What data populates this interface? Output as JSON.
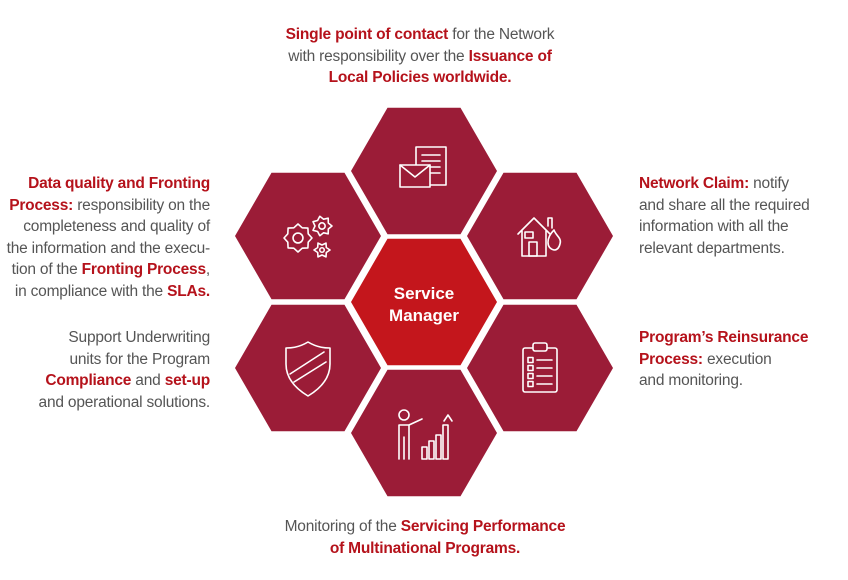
{
  "colors": {
    "hex_fill": "#9b1c37",
    "center_fill": "#c4161c",
    "highlight_text": "#b5121b",
    "body_text": "#555555",
    "icon_stroke": "#ffffff"
  },
  "center": {
    "line1": "Service",
    "line2": "Manager"
  },
  "hexagons": [
    {
      "id": "top",
      "icon": "envelope-document-icon"
    },
    {
      "id": "upper-right",
      "icon": "house-fire-icon"
    },
    {
      "id": "lower-right",
      "icon": "clipboard-checklist-icon"
    },
    {
      "id": "bottom",
      "icon": "presenter-chart-icon"
    },
    {
      "id": "lower-left",
      "icon": "shield-icon"
    },
    {
      "id": "upper-left",
      "icon": "gears-icon"
    }
  ],
  "texts": {
    "top": {
      "a": "Single point of contact",
      "b": " for the Network",
      "c": "with responsibility over the ",
      "d": "Issuance of",
      "e": "Local Policies worldwide."
    },
    "upper_left": {
      "a": "Data quality and Fronting",
      "b": "Process:",
      "c": " responsibility on the",
      "d": "completeness and quality of",
      "e": "the information and the execu-",
      "f": "tion of the ",
      "g": "Fronting Process",
      "h": ",",
      "i": "in compliance with the ",
      "j": "SLAs."
    },
    "lower_left": {
      "a": "Support Underwriting",
      "b": "units for the Program",
      "c": "Compliance",
      "d": " and ",
      "e": "set-up",
      "f": "and operational solutions."
    },
    "upper_right": {
      "a": "Network Claim:",
      "b": " notify",
      "c": "and share all the required",
      "d": "information with all the",
      "e": "relevant departments."
    },
    "lower_right": {
      "a": "Program’s Reinsurance",
      "b": "Process:",
      "c": " execution",
      "d": "and monitoring."
    },
    "bottom": {
      "a": "Monitoring of the ",
      "b": "Servicing Performance",
      "c": "of Multinational Programs."
    }
  }
}
